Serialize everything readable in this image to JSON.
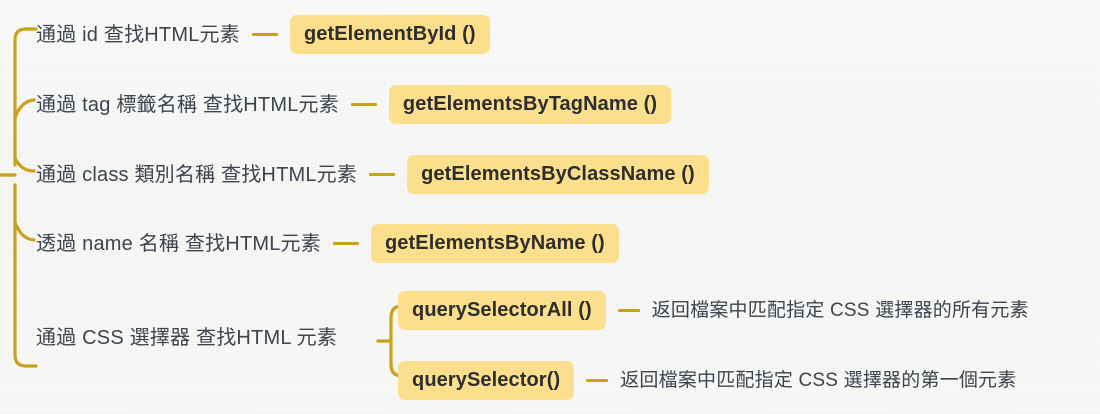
{
  "diagram": {
    "type": "mind-map",
    "title": "",
    "root_label": "",
    "colors": {
      "background": "#f7f7f6",
      "branch_line": "#c7a21a",
      "badge_background": "#fbdf8d",
      "badge_text": "#2d2d2d",
      "label_text": "#3c444f"
    },
    "branches": [
      {
        "id": "by-id",
        "topic": "通過 id 查找HTML元素",
        "method": "getElementById ()",
        "description": ""
      },
      {
        "id": "by-tag",
        "topic": "通過 tag 標籤名稱 查找HTML元素",
        "method": "getElementsByTagName ()",
        "description": ""
      },
      {
        "id": "by-class",
        "topic": "通過 class 類別名稱 查找HTML元素",
        "method": "getElementsByClassName ()",
        "description": ""
      },
      {
        "id": "by-name",
        "topic": "透過 name 名稱 查找HTML元素",
        "method": "getElementsByName ()",
        "description": ""
      },
      {
        "id": "by-css-selector",
        "topic": "通過 CSS 選擇器 查找HTML 元素",
        "children": [
          {
            "id": "query-selector-all",
            "method": "querySelectorAll ()",
            "description": "返回檔案中匹配指定 CSS 選擇器的所有元素"
          },
          {
            "id": "query-selector",
            "method": "querySelector()",
            "description": "返回檔案中匹配指定 CSS 選擇器的第一個元素"
          }
        ]
      }
    ]
  }
}
